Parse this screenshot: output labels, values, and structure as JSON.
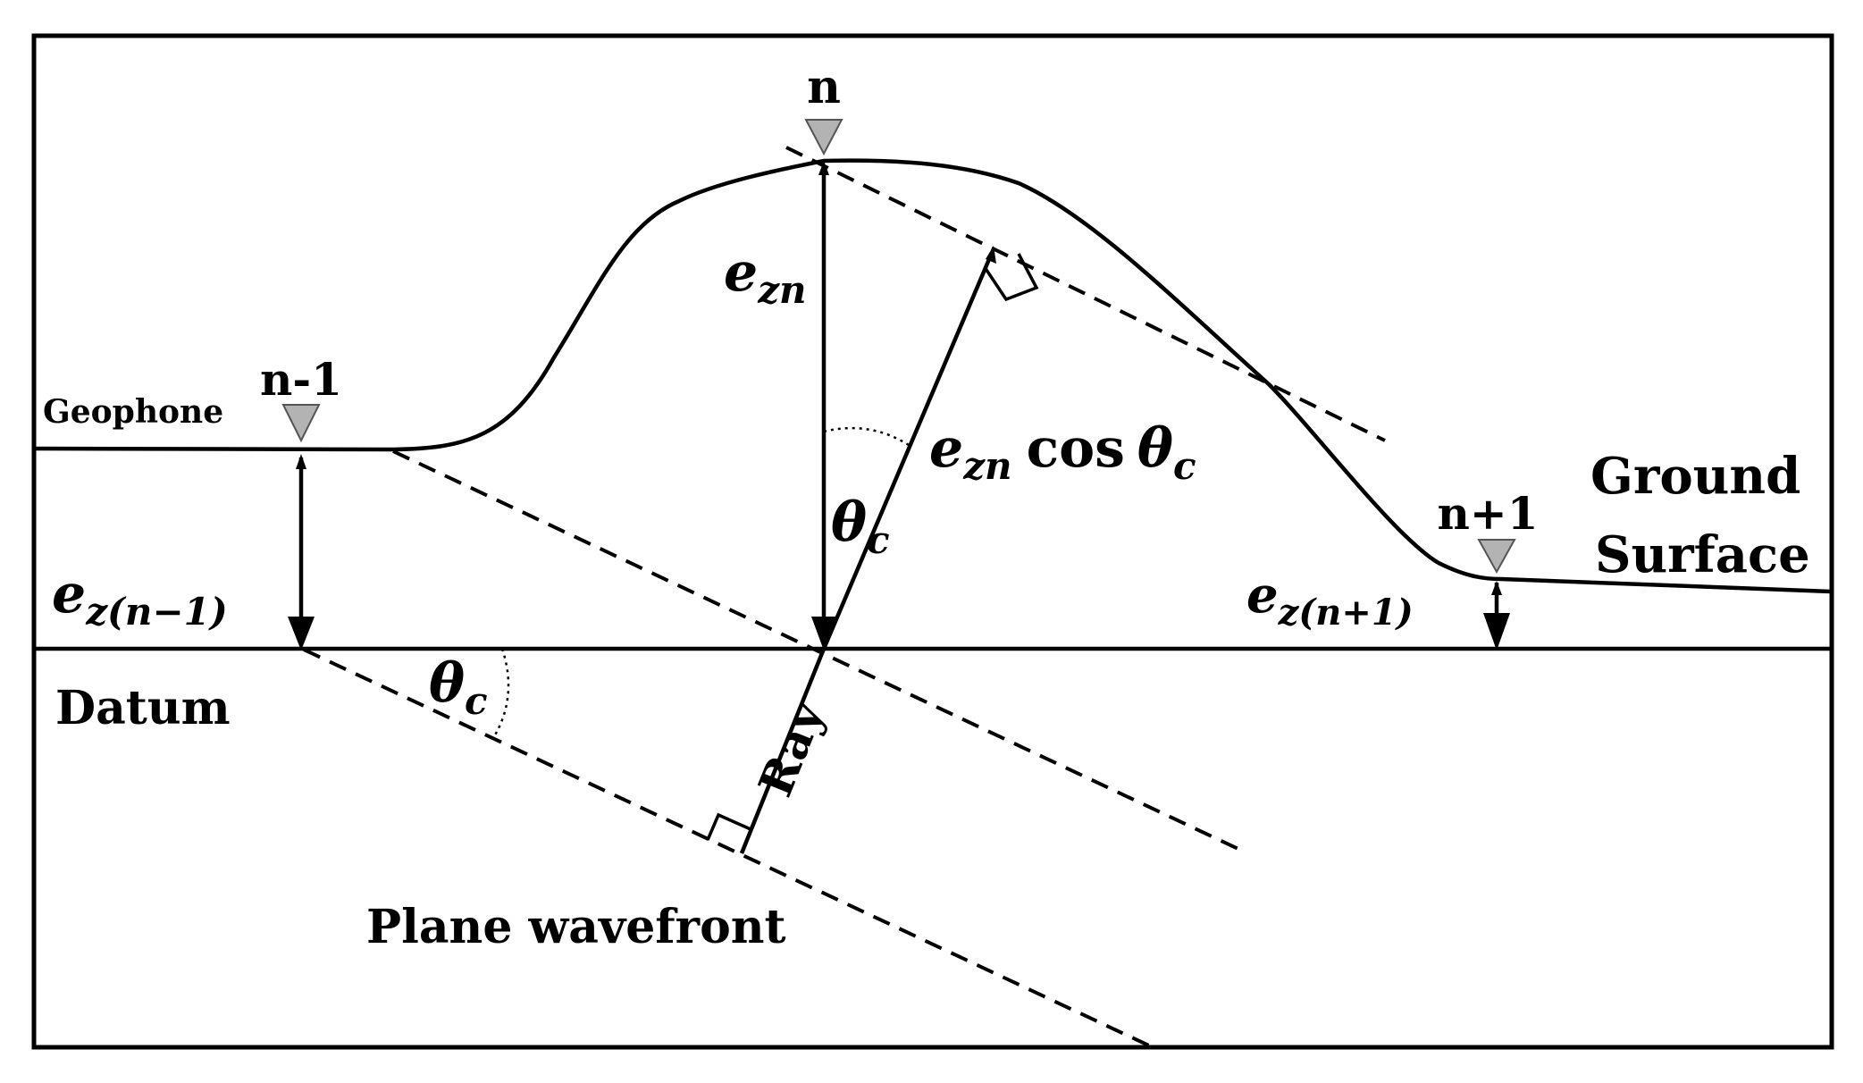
{
  "labels": {
    "station_n": "n",
    "station_n_minus_1": "n-1",
    "station_n_plus_1": "n+1",
    "geophone": "Geophone",
    "ground_surface_1": "Ground",
    "ground_surface_2": "Surface",
    "datum": "Datum",
    "ray": "Ray",
    "plane_wavefront": "Plane wavefront",
    "theta": "θ",
    "theta_sub": "c",
    "e_zn_base": "e",
    "e_zn_sub": "zn",
    "cos": "cos",
    "e_zm1_sub": "z(n−1)",
    "e_zp1_sub": "z(n+1)"
  },
  "colors": {
    "ink": "#000000",
    "geophone_fill": "#b3b3b3",
    "background": "#ffffff"
  }
}
